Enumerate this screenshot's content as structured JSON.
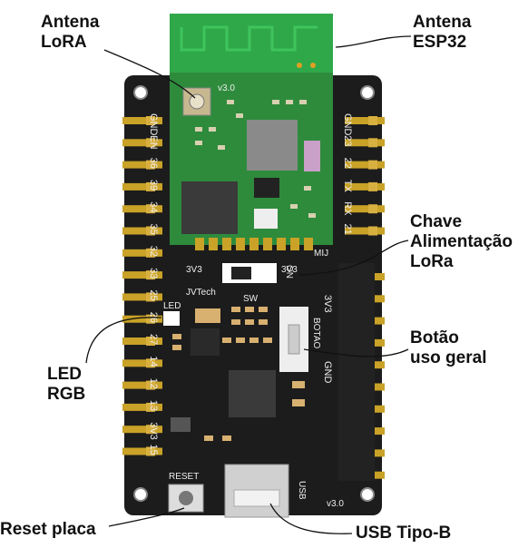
{
  "callouts": {
    "antena_lora": "Antena\nLoRA",
    "antena_esp32": "Antena\nESP32",
    "chave": "Chave\nAlimentação\nLoRa",
    "botao": "Botão\nuso geral",
    "led": "LED\nRGB",
    "reset": "Reset placa",
    "usb": "USB Tipo-B"
  },
  "board": {
    "left_pins": [
      "GND",
      "EN",
      "36",
      "39",
      "34",
      "35",
      "32",
      "33",
      "25",
      "26",
      "27",
      "14",
      "12",
      "13",
      "3V3",
      "15"
    ],
    "right_pins": [
      "GND",
      "23",
      "22",
      "TX",
      "RX",
      "21"
    ],
    "right_lower_pins": [
      "3V3",
      "GND"
    ],
    "version_module": "v3.0",
    "version_board": "v3.0",
    "brand": "JVTech",
    "sw_label": "SW",
    "on_label": "ON",
    "v33_left": "3V3",
    "v33_right": "3V3",
    "led_label": "LED",
    "botao_label": "BOTAO",
    "reset_label": "RESET",
    "usb_label": "USB",
    "mij_label": "MIJ"
  },
  "colors": {
    "pcb": "#1c1c1c",
    "module": "#2e8b3c",
    "antenna": "#2fa84a",
    "pin": "#c9a227",
    "callout_text": "#111111"
  }
}
